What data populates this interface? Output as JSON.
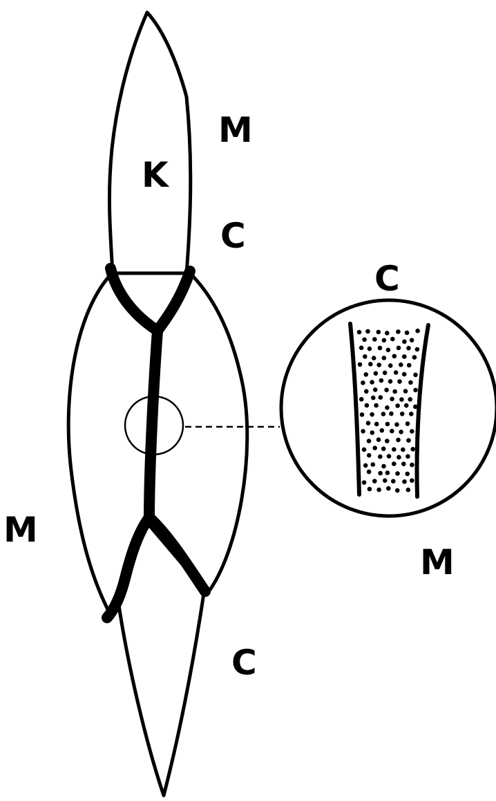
{
  "labels": {
    "K": "K",
    "M_top": "M",
    "C_top": "C",
    "C_inset": "C",
    "M_left": "M",
    "M_inset": "M",
    "C_bottom": "C"
  },
  "colors": {
    "ink": "#000000",
    "paper": "#ffffff"
  }
}
